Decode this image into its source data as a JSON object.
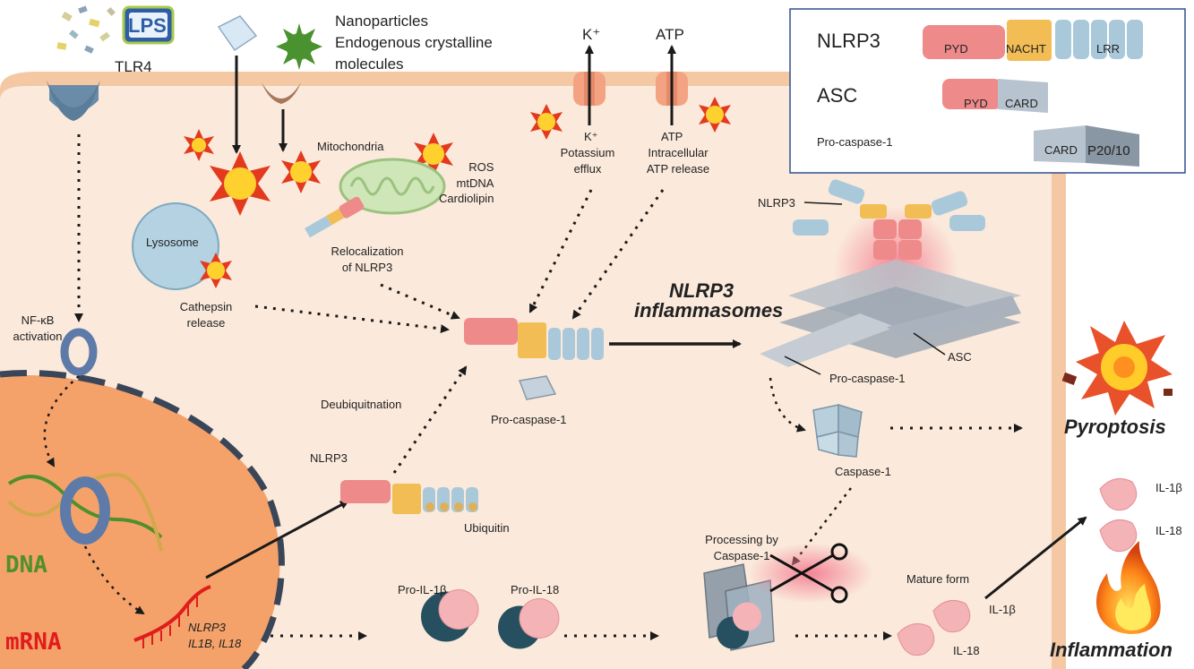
{
  "stimuli": {
    "lps": "LPS",
    "tlr4": "TLR4",
    "nanoparticles": [
      "Nanoparticles",
      "Endogenous crystalline",
      "molecules"
    ],
    "k_out": "K⁺",
    "atp_out": "ATP",
    "k_in": "K⁺",
    "atp_in": "ATP",
    "potassium_efflux": [
      "Potassium",
      "efflux"
    ],
    "atp_release": [
      "Intracellular",
      "ATP release"
    ]
  },
  "cell": {
    "mitochondria": "Mitochondria",
    "ros": [
      "ROS",
      "mtDNA",
      "Cardiolipin"
    ],
    "lysosome": "Lysosome",
    "cathepsin": [
      "Cathepsin",
      "release"
    ],
    "relocalization": [
      "Relocalization",
      "of NLRP3"
    ],
    "nfkb": [
      "NF-κB",
      "activation"
    ],
    "dna": "DNA",
    "mrna": "mRNA",
    "genes": [
      "NLRP3",
      "IL1B, IL18"
    ],
    "deubiquitination": "Deubiquitnation",
    "nlrp3_ub": "NLRP3",
    "ubiquitin": "Ubiquitin",
    "pro_caspase_center": "Pro-caspase-1",
    "inflammasome_title": [
      "NLRP3",
      "inflammasomes"
    ],
    "nlrp3_complex": "NLRP3",
    "asc": "ASC",
    "pro_caspase_complex": "Pro-caspase-1",
    "caspase1": "Caspase-1",
    "pro_il1b": "Pro-IL-1β",
    "pro_il18": "Pro-IL-18",
    "processing": [
      "Processing by",
      "Caspase-1"
    ],
    "mature_form": "Mature form",
    "il1b_mature": "IL-1β",
    "il18_mature": "IL-18"
  },
  "outcomes": {
    "pyroptosis": "Pyroptosis",
    "inflammation": "Inflammation",
    "il1b": "IL-1β",
    "il18": "IL-18"
  },
  "legend": {
    "nlrp3": "NLRP3",
    "nlrp3_domains": [
      "PYD",
      "NACHT",
      "LRR"
    ],
    "asc": "ASC",
    "asc_domains": [
      "PYD",
      "CARD"
    ],
    "procaspase": "Pro-caspase-1",
    "procaspase_domains": [
      "CARD",
      "P20/10"
    ]
  },
  "colors": {
    "cytoplasm": "#fbeadc",
    "membrane": "#f2c7a0",
    "nucleus": "#f4a26a",
    "nuclear_envelope": "#3a4658",
    "pyd": "#ee8a8a",
    "nacht": "#f2bd55",
    "lrr": "#a9c9da",
    "asc_grey": "#b7bfc8",
    "legend_border": "#2f4f8f"
  }
}
